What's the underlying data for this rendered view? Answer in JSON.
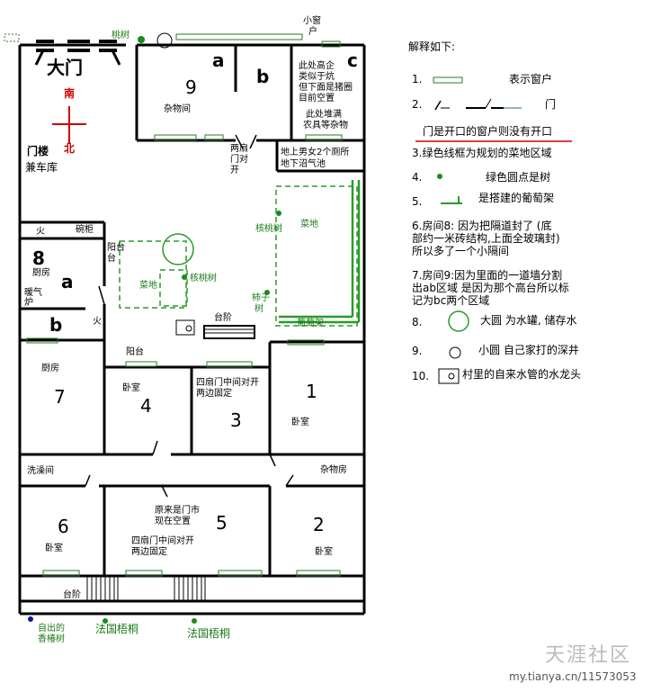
{
  "plan": {
    "main_gate": "大门",
    "compass_south": "南",
    "compass_north": "北",
    "gate_tower": "门楼",
    "garage": "兼车库",
    "small_window": "小窗",
    "small_window_2": "户",
    "tree_peach": "桃树",
    "room9": {
      "num": "9",
      "a": "a",
      "b": "b",
      "c": "c",
      "label": "杂物间"
    },
    "room9_c_note1": "此处高企",
    "room9_c_note2": "类似于炕",
    "room9_c_note3": "但下面是猪圈",
    "room9_c_note4": "目前空置",
    "room9_c_note5": "此处堆满",
    "room9_c_note6": "农具等杂物",
    "two_door_1": "两扇",
    "two_door_2": "门对",
    "two_door_3": "开",
    "toilet_1": "地上男女2个厕所",
    "toilet_2": "地下沼气池",
    "room8": {
      "num": "8",
      "a": "a",
      "b": "b",
      "kitchen": "厨房",
      "fire": "火",
      "cupboard": "碗柜",
      "heater": "暖气",
      "stove": "炉",
      "fire2": "火"
    },
    "balcony": "阳台",
    "balcony_2": "台",
    "walnut_1": "核桃树",
    "walnut_2": "核桃树",
    "veg_1": "菜地",
    "veg_2": "菜地",
    "persimmon_1": "柿子",
    "persimmon_2": "树",
    "grape": "葡萄架",
    "steps": "台阶",
    "balcony_lower": "阳台",
    "room7": {
      "num": "7",
      "label": "厨房"
    },
    "room4": {
      "num": "4",
      "label": "卧室"
    },
    "room3": {
      "num": "3",
      "note1": "四扇门中间对开",
      "note2": "两边固定"
    },
    "room1": {
      "num": "1",
      "label": "卧室"
    },
    "bath": "洗澡间",
    "storage": "杂物房",
    "room6": {
      "num": "6",
      "label": "卧室"
    },
    "room5": {
      "num": "5",
      "note1": "原来是门市",
      "note2": "现在空置",
      "note3": "四扇门中间对开",
      "note4": "两边固定"
    },
    "room2": {
      "num": "2",
      "label": "卧室"
    },
    "steps_lower": "台阶",
    "tree_toona_1": "自出的",
    "tree_toona_2": "香椿树",
    "plane_1": "法国梧桐",
    "plane_2": "法国梧桐"
  },
  "legend": {
    "title": "解释如下:",
    "i1_num": "1.",
    "i1": "表示窗户",
    "i2_num": "2.",
    "i2": "门",
    "i2_note": "门是开口的窗户则没有开口",
    "i3": "3.绿色线框为规划的菜地区域",
    "i4_num": "4.",
    "i4": "绿色圆点是树",
    "i5_num": "5.",
    "i5": "是搭建的葡萄架",
    "i6_a": "6.房间8:   因为把隔道封了 (底",
    "i6_b": "部约一米砖结构,上面全玻璃封)",
    "i6_c": "所以多了一个小隔间",
    "i7_a": "7.房间9:因为里面的一道墙分割",
    "i7_b": "出ab区域  是因为那个高台所以标",
    "i7_c": "记为bc两个区域",
    "i8_num": "8.",
    "i8": "大圆  为水罐, 储存水",
    "i9_num": "9.",
    "i9": "小圆 自己家打的深井",
    "i10_num": "10.",
    "i10": "村里的自来水管的水龙头"
  },
  "watermark": {
    "brand": "天涯社区",
    "url": "my.tianya.cn/11573053"
  },
  "colors": {
    "wall": "#000000",
    "green": "#1a7a1a",
    "red": "#cc0000"
  }
}
